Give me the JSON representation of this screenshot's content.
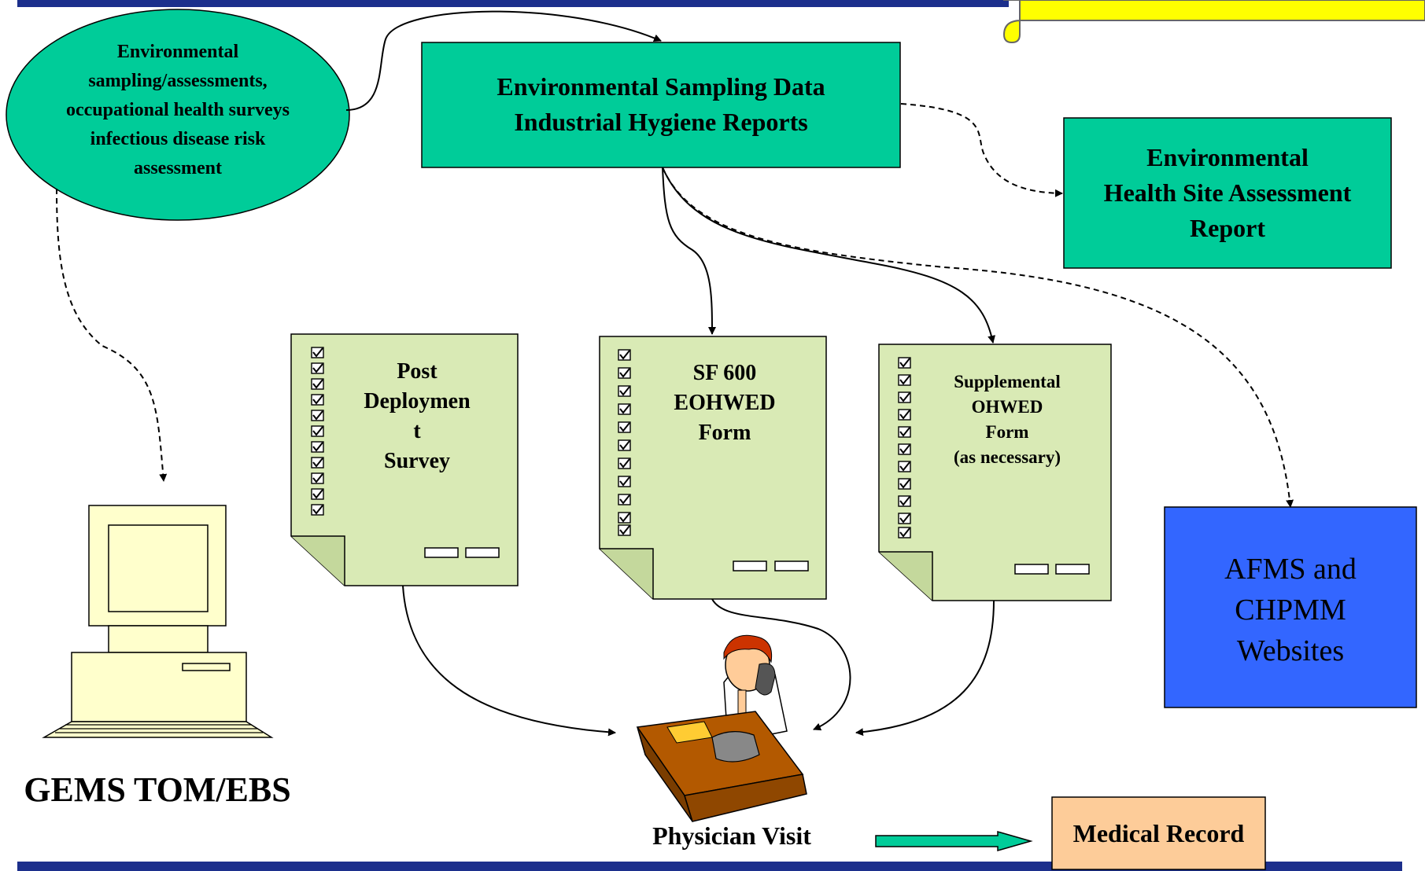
{
  "ellipse": {
    "line1": "Environmental",
    "line2": "sampling/assessments,",
    "line3": "occupational health surveys",
    "line4": "infectious disease risk",
    "line5": "assessment"
  },
  "env_data_box": {
    "line1": "Environmental Sampling Data",
    "line2": "Industrial Hygiene Reports"
  },
  "site_report_box": {
    "line1": "Environmental",
    "line2": "Health Site Assessment",
    "line3": "Report"
  },
  "forms": {
    "post_deployment": {
      "line1": "Post",
      "line2": "Deploymen",
      "line3": "t",
      "line4": "Survey"
    },
    "sf600": {
      "line1": "SF 600",
      "line2": "EOHWED",
      "line3": "Form"
    },
    "supplemental": {
      "line1": "Supplemental",
      "line2": "OHWED",
      "line3": "Form",
      "line4": "(as necessary)"
    }
  },
  "websites_box": {
    "line1": "AFMS and",
    "line2": "CHPMM",
    "line3": "Websites"
  },
  "computer_label": "GEMS TOM/EBS",
  "physician_label": "Physician Visit",
  "medical_record_label": "Medical Record",
  "colors": {
    "banner": "#1c2f8c",
    "teal": "#00cc99",
    "form_green": "#d9eab5",
    "website_blue": "#3366ff",
    "record_peach": "#fdcc99",
    "note_yellow": "#ffff00",
    "computer_cream": "#ffffcc"
  }
}
